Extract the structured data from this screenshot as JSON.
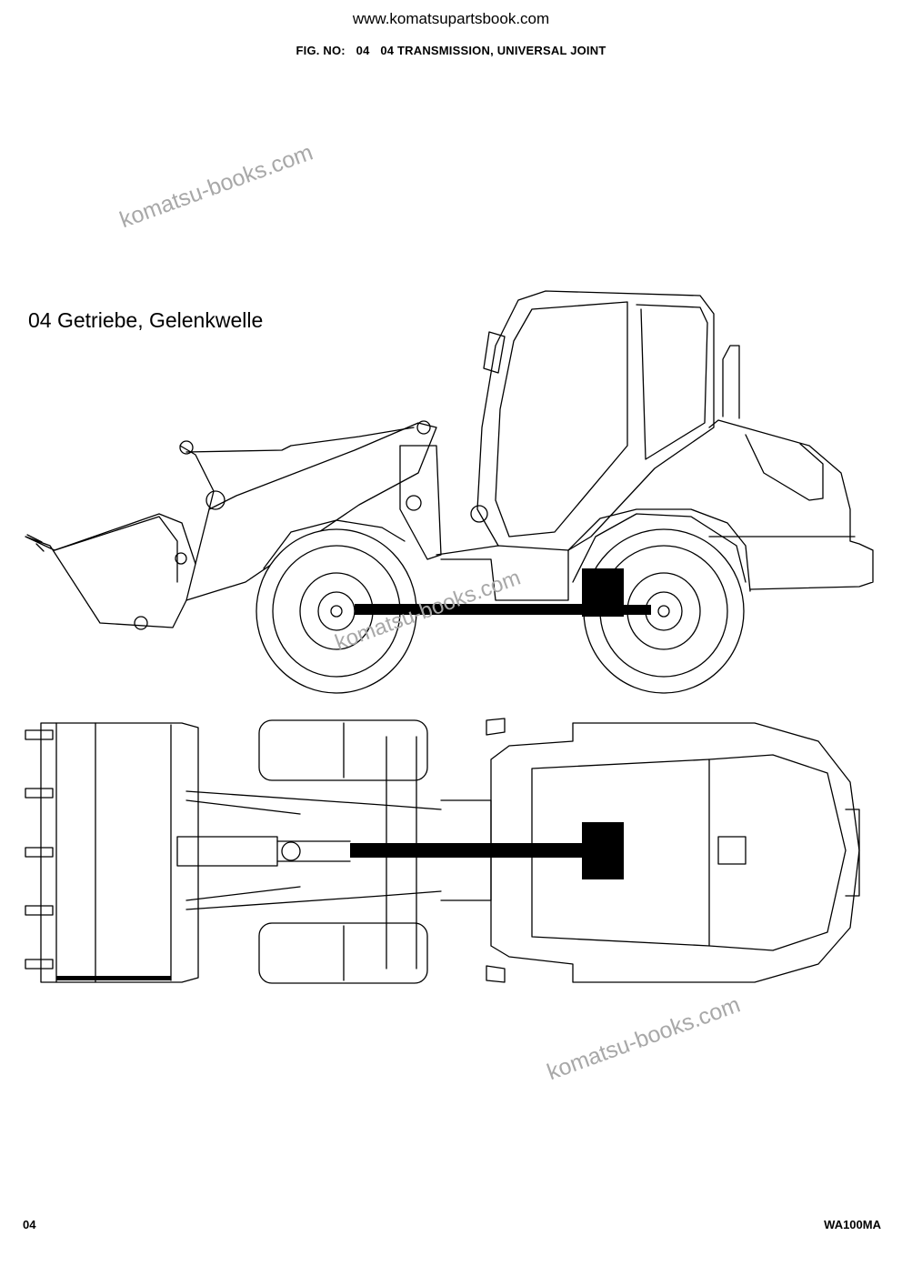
{
  "header": {
    "site_url": "www.komatsupartsbook.com",
    "fig_label": "FIG. NO:",
    "fig_number": "04",
    "fig_title": "04 TRANSMISSION, UNIVERSAL JOINT"
  },
  "drawing": {
    "title_de": "04 Getriebe, Gelenkwelle",
    "highlight_color": "#000000"
  },
  "watermarks": [
    "komatsu-books.com",
    "komatsu-books.com",
    "komatsu-books.com"
  ],
  "footer": {
    "page_number": "04",
    "model": "WA100MA"
  }
}
